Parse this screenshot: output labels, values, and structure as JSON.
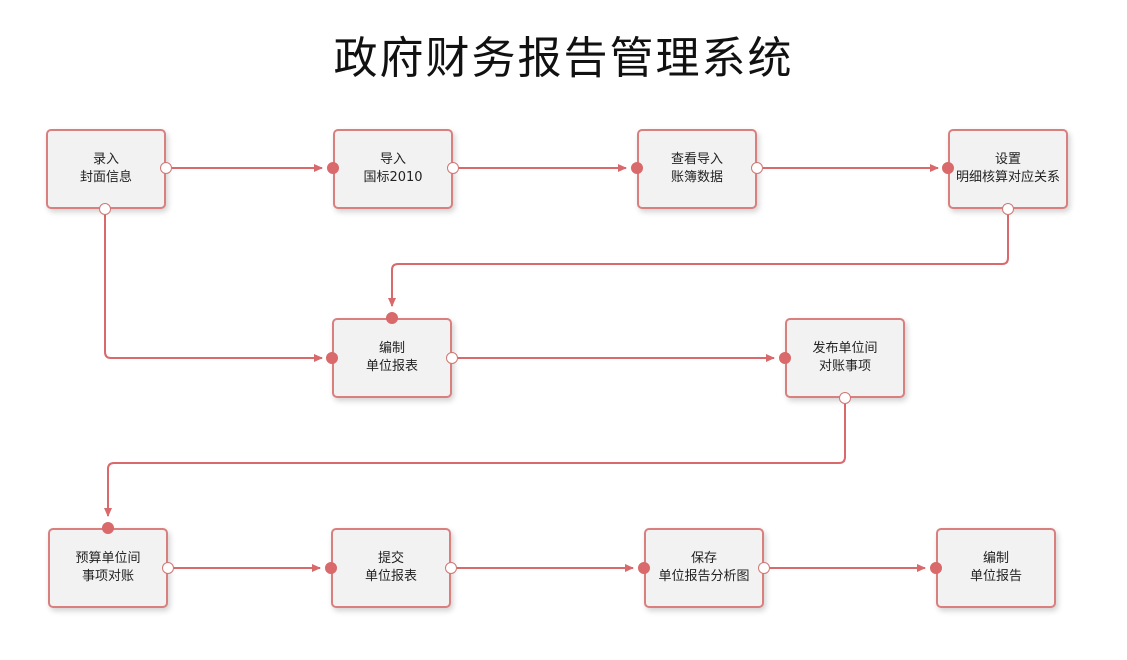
{
  "title": "政府财务报告管理系统",
  "colors": {
    "accent": "#d9696a",
    "node_bg": "#f2f2f2",
    "node_border": "#d9807f"
  },
  "nodes": {
    "cover": {
      "line1": "录入",
      "line2": "封面信息"
    },
    "import_std": {
      "line1": "导入",
      "line2": "国标2010"
    },
    "view_import": {
      "line1": "查看导入",
      "line2": "账簿数据"
    },
    "settings": {
      "line1": "设置",
      "line2": "明细核算对应关系"
    },
    "compile_statements": {
      "line1": "编制",
      "line2": "单位报表"
    },
    "publish": {
      "line1": "发布单位间",
      "line2": "对账事项"
    },
    "budget_recon": {
      "line1": "预算单位间",
      "line2": "事项对账"
    },
    "submit": {
      "line1": "提交",
      "line2": "单位报表"
    },
    "save_chart": {
      "line1": "保存",
      "line2": "单位报告分析图"
    },
    "compile_report": {
      "line1": "编制",
      "line2": "单位报告"
    }
  }
}
